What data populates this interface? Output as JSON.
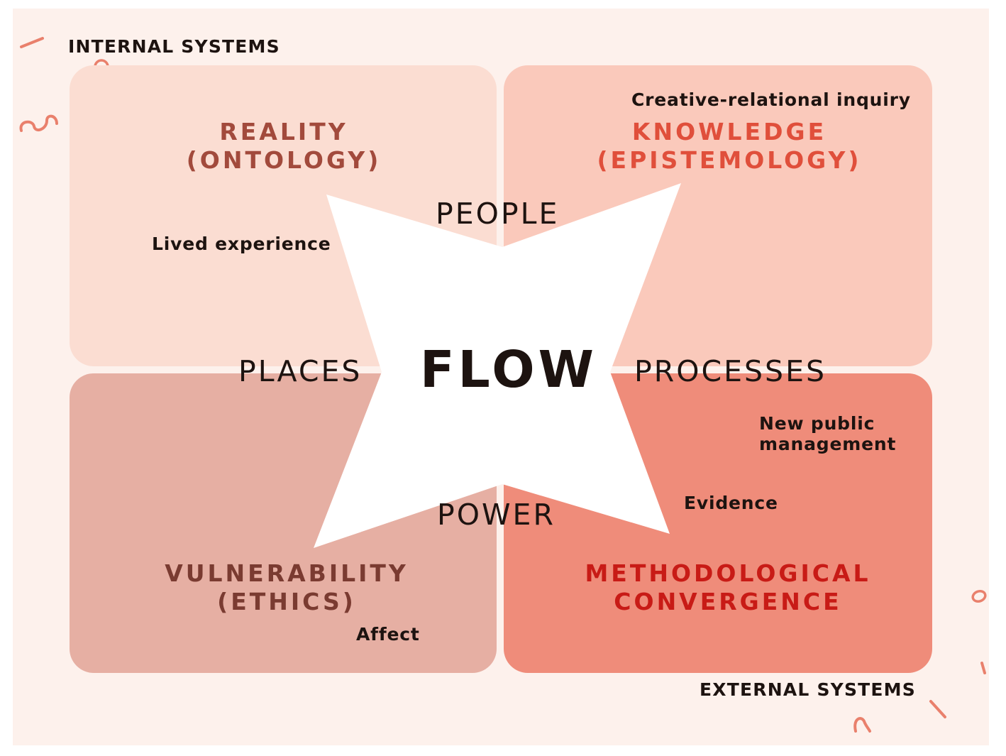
{
  "colors": {
    "background": "#fdf1ec",
    "quadrant_reality": "#fbddd2",
    "quadrant_knowledge": "#fac9bb",
    "quadrant_vulnerability": "#e6afa3",
    "quadrant_methodology": "#ef8c7a",
    "star": "#ffffff",
    "text_dark": "#1d1310",
    "accent_deco": "#e9806c"
  },
  "corners": {
    "top_left": "INTERNAL SYSTEMS",
    "bottom_right": "EXTERNAL SYSTEMS"
  },
  "quadrants": {
    "top_left": {
      "title": "REALITY\n(ONTOLOGY)",
      "note": "Lived experience"
    },
    "top_right": {
      "title": "KNOWLEDGE\n(EPISTEMOLOGY)",
      "note": "Creative-relational inquiry"
    },
    "bottom_left": {
      "title": "VULNERABILITY\n(ETHICS)",
      "note": "Affect"
    },
    "bottom_right": {
      "title": "METHODOLOGICAL\nCONVERGENCE",
      "note_1": "New public\nmanagement",
      "note_2": "Evidence"
    }
  },
  "center": {
    "label": "FLOW",
    "top": "PEOPLE",
    "left": "PLACES",
    "right": "PROCESSES",
    "bottom": "POWER"
  }
}
